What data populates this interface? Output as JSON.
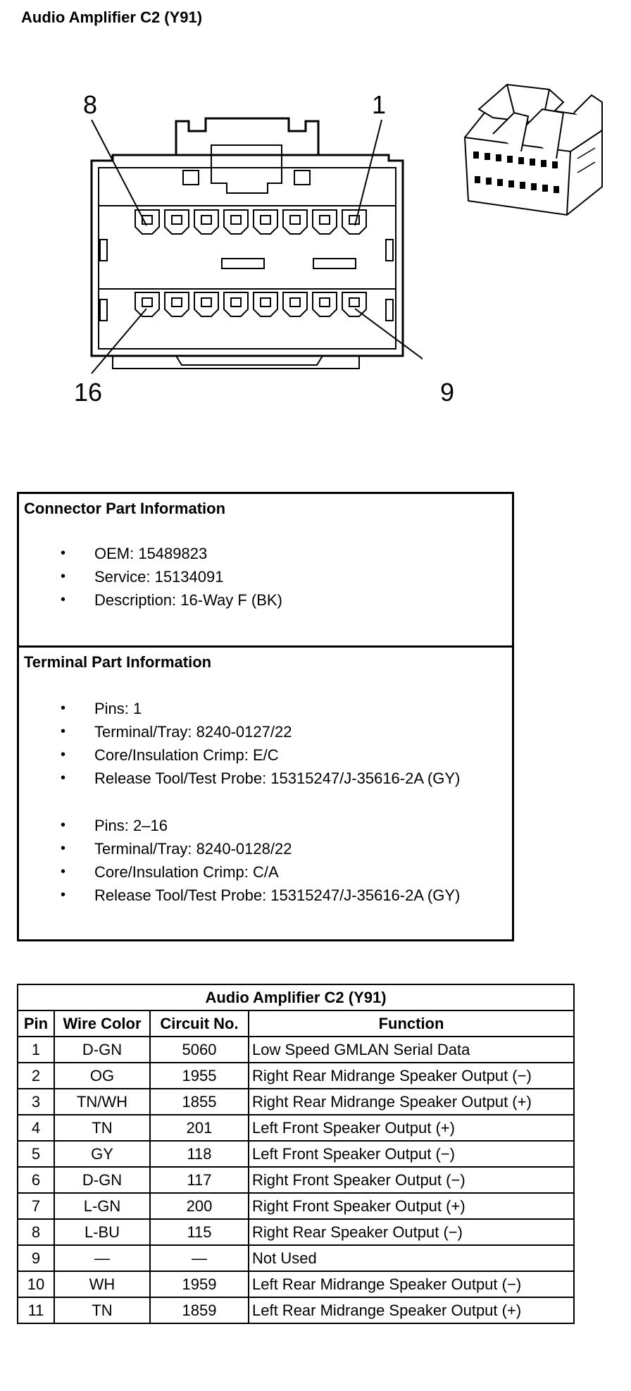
{
  "title": "Audio Amplifier C2 (Y91)",
  "callouts": {
    "top_left": "8",
    "top_right": "1",
    "bottom_left": "16",
    "bottom_right": "9"
  },
  "connector_part": {
    "heading": "Connector Part Information",
    "items": [
      "OEM: 15489823",
      "Service: 15134091",
      "Description: 16-Way F (BK)"
    ]
  },
  "terminal_part": {
    "heading": "Terminal Part Information",
    "group1": [
      "Pins: 1",
      "Terminal/Tray: 8240-0127/22",
      "Core/Insulation Crimp: E/C",
      "Release Tool/Test Probe: 15315247/J-35616-2A (GY)"
    ],
    "group2": [
      "Pins: 2–16",
      "Terminal/Tray: 8240-0128/22",
      "Core/Insulation Crimp: C/A",
      "Release Tool/Test Probe: 15315247/J-35616-2A (GY)"
    ]
  },
  "pin_table": {
    "title": "Audio Amplifier C2 (Y91)",
    "headers": [
      "Pin",
      "Wire Color",
      "Circuit No.",
      "Function"
    ],
    "rows": [
      [
        "1",
        "D-GN",
        "5060",
        "Low Speed GMLAN Serial Data"
      ],
      [
        "2",
        "OG",
        "1955",
        "Right Rear Midrange Speaker Output (−)"
      ],
      [
        "3",
        "TN/WH",
        "1855",
        "Right Rear Midrange Speaker Output (+)"
      ],
      [
        "4",
        "TN",
        "201",
        "Left Front Speaker Output (+)"
      ],
      [
        "5",
        "GY",
        "118",
        "Left Front Speaker Output (−)"
      ],
      [
        "6",
        "D-GN",
        "117",
        "Right Front Speaker Output (−)"
      ],
      [
        "7",
        "L-GN",
        "200",
        "Right Front Speaker Output (+)"
      ],
      [
        "8",
        "L-BU",
        "115",
        "Right Rear Speaker Output (−)"
      ],
      [
        "9",
        "—",
        "—",
        "Not Used"
      ],
      [
        "10",
        "WH",
        "1959",
        "Left Rear Midrange Speaker Output (−)"
      ],
      [
        "11",
        "TN",
        "1859",
        "Left Rear Midrange Speaker Output (+)"
      ]
    ]
  }
}
